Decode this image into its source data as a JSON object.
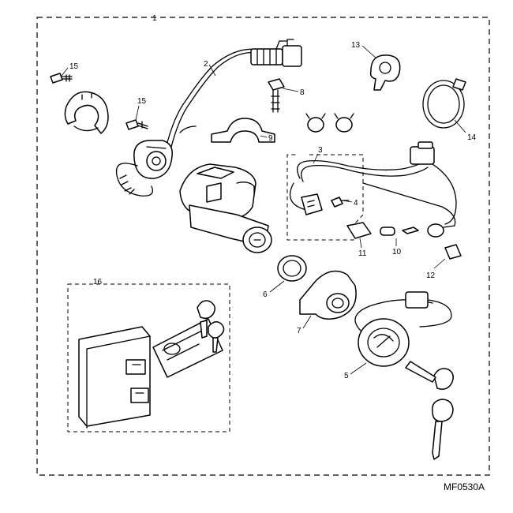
{
  "diagram": {
    "reference_code": "MF0530A",
    "kit_number": "1",
    "callouts": [
      {
        "id": "2",
        "label": "2"
      },
      {
        "id": "3",
        "label": "3"
      },
      {
        "id": "4",
        "label": "4"
      },
      {
        "id": "5",
        "label": "5"
      },
      {
        "id": "6",
        "label": "6"
      },
      {
        "id": "7",
        "label": "7"
      },
      {
        "id": "8",
        "label": "8"
      },
      {
        "id": "9",
        "label": "9"
      },
      {
        "id": "10",
        "label": "10"
      },
      {
        "id": "11",
        "label": "11"
      },
      {
        "id": "12",
        "label": "12"
      },
      {
        "id": "13",
        "label": "13"
      },
      {
        "id": "14",
        "label": "14"
      },
      {
        "id": "15a",
        "label": "15"
      },
      {
        "id": "15b",
        "label": "15"
      },
      {
        "id": "16",
        "label": "16"
      }
    ]
  }
}
